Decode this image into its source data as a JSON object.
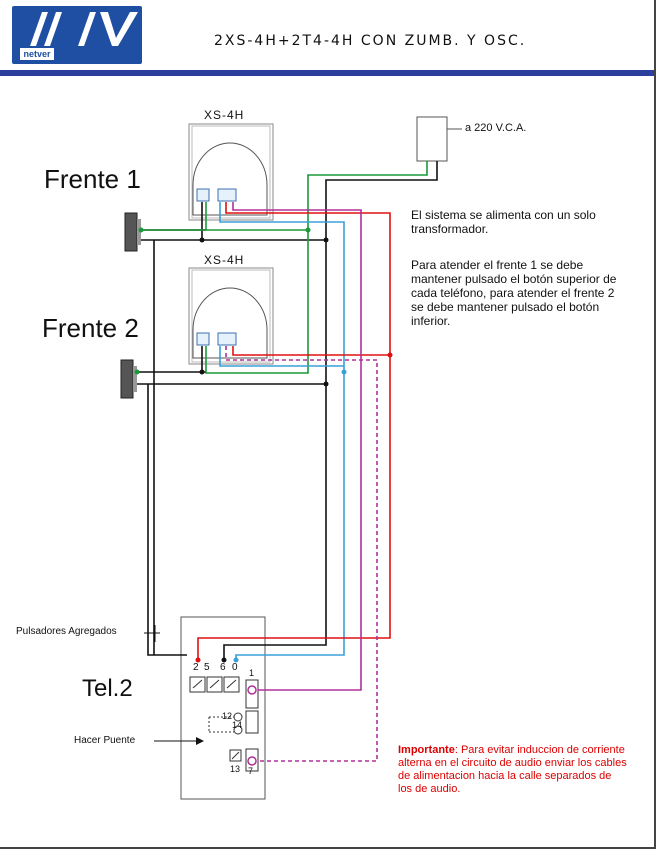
{
  "header": {
    "logo_brand": "netver",
    "title": "2XS-4H+2T4-4H CON ZUMB. Y OSC."
  },
  "colors": {
    "accent": "#2b3f9e",
    "wire_black": "#111111",
    "wire_green": "#1a9a3a",
    "wire_blue": "#3aa0d8",
    "wire_red": "#e01010",
    "wire_magenta": "#b0309a",
    "important_red": "#dd0000"
  },
  "devices": {
    "phone1_label": "XS-4H",
    "phone2_label": "XS-4H",
    "transformer_label": "a 220 V.C.A."
  },
  "labels": {
    "frente1": "Frente 1",
    "frente2": "Frente 2",
    "pulsadores": "Pulsadores Agregados",
    "tel2": "Tel.2",
    "hacer_puente": "Hacer Puente"
  },
  "terminals": {
    "t2": "2",
    "t5": "5",
    "t6": "6",
    "t0": "0",
    "t1": "1",
    "t12": "12",
    "t14": "14",
    "t13": "13",
    "t7": "7"
  },
  "notes": {
    "note1": "El sistema se alimenta con un solo transformador.",
    "note2": "Para atender el frente 1 se debe mantener pulsado  el botón superior de cada teléfono, para atender el frente 2 se debe mantener pulsado el botón inferior."
  },
  "important": {
    "head": "Importante",
    "body": ": Para evitar induccion de corriente alterna en el circuito de audio enviar los cables de alimentacion hacia la calle separados de los de audio."
  }
}
